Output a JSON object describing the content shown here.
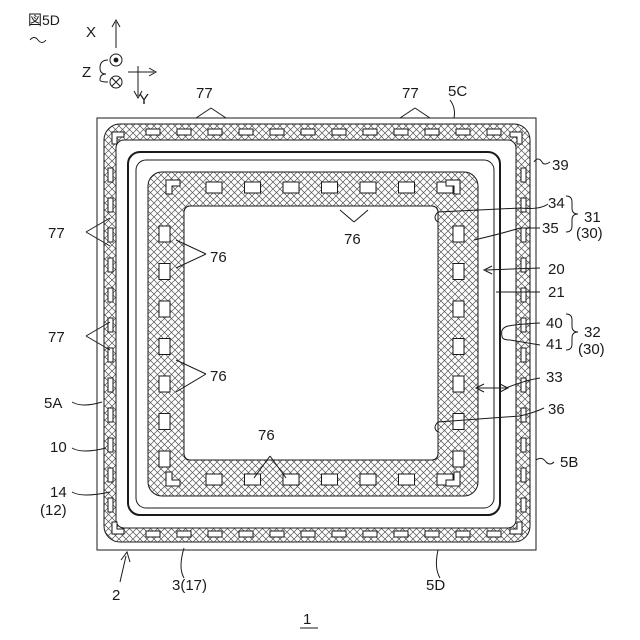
{
  "figure_id": "図5D",
  "figure_number": "1",
  "axes": {
    "x": "X",
    "y": "Y",
    "z": "Z"
  },
  "labels": {
    "l77_top_left": "77",
    "l77_top_right": "77",
    "l5C": "5C",
    "l39": "39",
    "l34": "34",
    "l31": "31",
    "l35": "35",
    "l30a": "(30)",
    "l77_left_upper": "77",
    "l76_top": "76",
    "l76_left_upper": "76",
    "l20": "20",
    "l21": "21",
    "l77_left_lower": "77",
    "l40": "40",
    "l32": "32",
    "l41": "41",
    "l30b": "(30)",
    "l76_left_lower": "76",
    "l33": "33",
    "l5A": "5A",
    "l36": "36",
    "l10": "10",
    "l76_bottom": "76",
    "l5B": "5B",
    "l14": "14",
    "l12": "(12)",
    "l2": "2",
    "l3_17": "3(17)",
    "l5D": "5D"
  }
}
